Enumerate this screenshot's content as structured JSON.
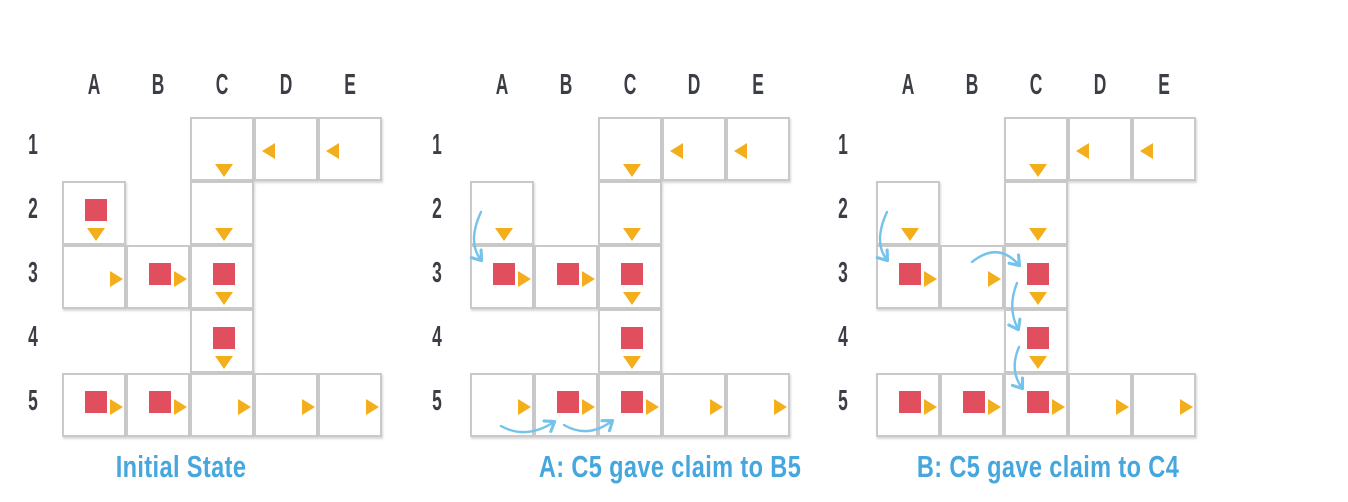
{
  "figure": {
    "description_labels": {
      "columns": [
        "A",
        "B",
        "C",
        "D",
        "E"
      ],
      "rows": [
        "1",
        "2",
        "3",
        "4",
        "5"
      ]
    }
  },
  "columns": [
    "A",
    "B",
    "C",
    "D",
    "E"
  ],
  "rows": [
    "1",
    "2",
    "3",
    "4",
    "5"
  ],
  "cells": [
    {
      "id": "C1",
      "triangle": "down"
    },
    {
      "id": "D1",
      "triangle": "left"
    },
    {
      "id": "E1",
      "triangle": "left"
    },
    {
      "id": "A2",
      "triangle": "down"
    },
    {
      "id": "C2",
      "triangle": "down"
    },
    {
      "id": "A3",
      "triangle": "right"
    },
    {
      "id": "B3",
      "triangle": "right"
    },
    {
      "id": "C3",
      "triangle": "down"
    },
    {
      "id": "C4",
      "triangle": "down"
    },
    {
      "id": "A5",
      "triangle": "right"
    },
    {
      "id": "B5",
      "triangle": "right"
    },
    {
      "id": "C5",
      "triangle": "right"
    },
    {
      "id": "D5",
      "triangle": "right"
    },
    {
      "id": "E5",
      "triangle": "right"
    }
  ],
  "panels": [
    {
      "name": "initial-state",
      "caption": "Initial State",
      "squares": [
        "A2",
        "B3",
        "C3",
        "C4",
        "A5",
        "B5"
      ],
      "arrows": []
    },
    {
      "name": "step-a",
      "caption": "A: C5 gave claim to B5",
      "squares": [
        "A3",
        "B3",
        "C3",
        "C4",
        "B5",
        "C5"
      ],
      "arrows": [
        {
          "from": "A2",
          "to": "A3"
        },
        {
          "from": "A5",
          "to": "B5"
        },
        {
          "from": "B5",
          "to": "C5"
        }
      ]
    },
    {
      "name": "step-b",
      "caption": "B: C5 gave claim to C4",
      "squares": [
        "A3",
        "C3",
        "C4",
        "C5",
        "A5",
        "B5"
      ],
      "arrows": [
        {
          "from": "A2",
          "to": "A3"
        },
        {
          "from": "B3",
          "to": "C3"
        },
        {
          "from": "C3",
          "to": "C4"
        },
        {
          "from": "C4",
          "to": "C5"
        }
      ]
    }
  ],
  "colors": {
    "red_square": "#e14f5e",
    "orange_triangle": "#f3ae1c",
    "blue_arrow": "#74c3ec",
    "caption_blue": "#45a7de",
    "label_dark": "#3b3e45",
    "cell_border": "#c9c9c9"
  }
}
